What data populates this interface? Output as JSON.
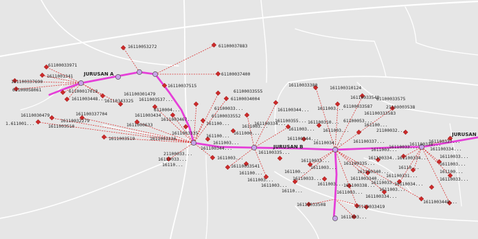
{
  "map": {
    "colors": {
      "background": "#e6e6e6",
      "road": "#ffffff",
      "transmission_line": "#e53fd8",
      "line_node": "#c8a4e8",
      "node": "#cc2b2b",
      "link": "#d93030",
      "label": "#222222"
    },
    "labels": {
      "l01": "16110053272",
      "l02": "61100037883",
      "l03": "61100033971",
      "l04": "61100037400",
      "l05": "16110037515",
      "l06": "JURUSAN A",
      "l07": "161100337690",
      "l08": "61100058061",
      "l09": "61100017018",
      "l10": "1611001341",
      "l11": "161100301479",
      "l12": "16110343325",
      "l13": "1611003537...",
      "l14": "61100033555",
      "l15": "61100034004",
      "l16": "1611003448...",
      "l17": "16110030479",
      "l18": "1.611001...",
      "l19": "161100337704",
      "l20": "16110032279",
      "l21": "1611003510",
      "l22": "1611003519",
      "l23": "1611003434",
      "l24": "6110004...",
      "l25": "1611000633",
      "l26": "1611003467...",
      "l27": "61100033...",
      "l28": "61100033552",
      "l29": "161100...",
      "l30": "1611003330",
      "l31": "1611003335",
      "l32": "16110033380",
      "l33": "161100310124",
      "l34": "16110033548",
      "l35": "61100033575",
      "l36": "21100003538",
      "l37": "161100333583",
      "l38": "1611003...",
      "l39": "61100033587",
      "l40": "161100310...",
      "l41": "61100053...",
      "l42": "161100...",
      "l43": "21100032...",
      "l44": "1611003...",
      "l45": "161100344...",
      "l46": "161100334...",
      "l47": "161100355...",
      "l48": "1611003...",
      "l49": "1611000...",
      "l50": "1611003...",
      "l51": "161100...",
      "l52": "16110033...",
      "l53": "16110...",
      "l54": "21100033...",
      "l55": "JURUSAN B",
      "l56": "1611003...",
      "l57": "16110033541",
      "l58": "161100...",
      "l59": "1611003...",
      "l60": "1611003...",
      "l61": "161100...",
      "l62": "16110033...",
      "l63": "16110033...",
      "l64": "1611003...",
      "l65": "1611003...",
      "l66": "16110...",
      "l67": "161100335...",
      "l68": "161100340...",
      "l69": "1611003340...",
      "l70": "161100338...",
      "l71": "1611003...",
      "l72": "16110033...",
      "l73": "16110033508",
      "l74": "16110033419",
      "l75": "1611003...",
      "l76": "161100334...",
      "l77": "1611003...",
      "l78": "JURUSAN",
      "l79": "161100337...",
      "l80": "161100334...",
      "l81": "16110033...",
      "l82": "1611003...",
      "l83": "161100...",
      "l84": "16110033...",
      "l85": "161100338...",
      "l86": "161100334...",
      "l87": "16110...",
      "l88": "161100331...",
      "l89": "16110034...",
      "l90": "1611003448...",
      "l91": "161100335...",
      "l92": "16110034...",
      "l93": "161100337...",
      "l94": "1611003...",
      "l95": "161100334...",
      "l96": "16110033...",
      "l97": "161100344...",
      "l98": "1611003...",
      "l99": "161100344..."
    }
  }
}
